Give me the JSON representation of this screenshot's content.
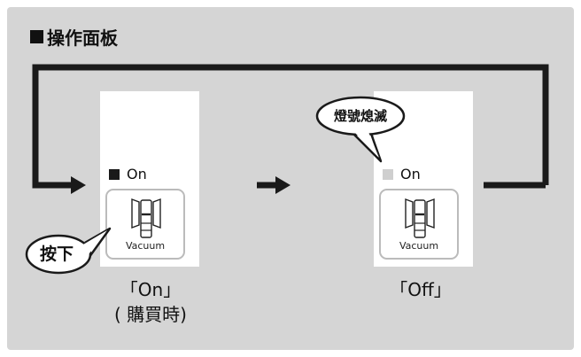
{
  "title": "操作面板",
  "panels": [
    {
      "indicator_label": "On",
      "led_state": "on",
      "button_label": "Vacuum",
      "state_label": "「On」",
      "state_note": "( 購買時)",
      "callout": "按下"
    },
    {
      "indicator_label": "On",
      "led_state": "off",
      "button_label": "Vacuum",
      "state_label": "「Off」",
      "callout": "燈號熄滅"
    }
  ],
  "colors": {
    "background": "#d5d5d5",
    "panel": "#ffffff",
    "line": "#1a1a1a",
    "led_on": "#1a1a1a",
    "led_off": "#cfcfcf"
  }
}
